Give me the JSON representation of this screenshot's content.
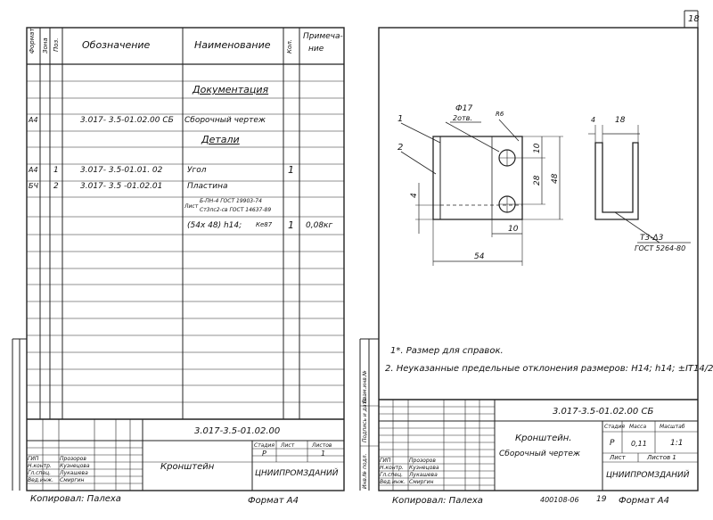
{
  "left_sheet": {
    "header": {
      "format_col": "Формат",
      "zone_col": "Зона",
      "pos_col": "Поз.",
      "designation_col": "Обозначение",
      "name_col": "Наименование",
      "qty_col": "Кол.",
      "note_col_1": "Примеча-",
      "note_col_2": "ние"
    },
    "section_documentation": "Документация",
    "section_details": "Детали",
    "rows": [
      {
        "format": "А4",
        "pos": "",
        "designation": "3.017- 3.5-01.02.00 СБ",
        "name": "Сборочный чертеж",
        "qty": "",
        "note": ""
      },
      {
        "format": "А4",
        "pos": "1",
        "designation": "3.017- 3.5-01.01. 02",
        "name": "Угол",
        "qty": "1",
        "note": ""
      },
      {
        "format": "БЧ",
        "pos": "2",
        "designation": "3.017- 3.5 -01.02.01",
        "name": "Пластина",
        "qty": "",
        "note": ""
      }
    ],
    "material": {
      "prefix": "Лист",
      "line1": "Б-ПН-4 ГОСТ 19903-74",
      "line2": "Ст3пс2-св ГОСТ 14637-89",
      "size": "(54х 48) h14;",
      "grade": "Ке87",
      "qty": "1",
      "mass": "0,08кг"
    },
    "title_block": {
      "code": "3.017-3.5-01.02.00",
      "name": "Кронштейн",
      "org": "ЦНИИПРОМЗДАНИЙ",
      "stage_label": "Стадия",
      "sheet_label": "Лист",
      "sheets_label": "Листов",
      "stage": "Р",
      "sheet": "1",
      "roles": [
        "ГИП",
        "Н.контр.",
        "Гл.спец.",
        "Вед.инж."
      ],
      "names": [
        "Прозоров",
        "Кузнецова",
        "Лукашева",
        "Смиргин"
      ]
    },
    "footer_copied": "Копировал: Палеха",
    "footer_format": "Формат А4"
  },
  "right_sheet": {
    "page_number": "18",
    "dims": {
      "hole_dia": "Ф17",
      "hole_count": "2отв.",
      "r_mark": "R6",
      "d10_top": "10",
      "d28": "28",
      "d48": "48",
      "d4": "4",
      "d10_bottom": "10",
      "d54": "54",
      "d4_side": "4",
      "d18": "18",
      "weld_1": "Т3-Δ3",
      "weld_2": "ГОСТ 5264-80",
      "pos1": "1",
      "pos2": "2"
    },
    "notes": [
      "1*. Размер для справок.",
      "2. Неуказанные предельные отклонения размеров: Н14; h14; ±IT14/2."
    ],
    "side_labels": [
      "Инв.№ подл.",
      "Подпись и дата",
      "Взам.инв.№"
    ],
    "title_block": {
      "code": "3.017-3.5-01.02.00 СБ",
      "name_line1": "Кронштейн.",
      "name_line2": "Сборочный чертеж",
      "stage_label": "Стадия",
      "mass_label": "Масса",
      "scale_label": "Масштаб",
      "stage": "Р",
      "mass": "0,11",
      "scale": "1:1",
      "sheet_label": "Лист",
      "sheets_label": "Листов 1",
      "org": "ЦНИИПРОМЗДАНИЙ",
      "roles": [
        "ГИП",
        "Н.контр.",
        "Гл.спец.",
        "Вед.инж."
      ],
      "names": [
        "Прозоров",
        "Кузнецова",
        "Лукашева",
        "Смиргин"
      ]
    },
    "footer_copied": "Копировал: Палеха",
    "footer_code": "400108-06",
    "footer_page": "19",
    "footer_format": "Формат А4"
  }
}
